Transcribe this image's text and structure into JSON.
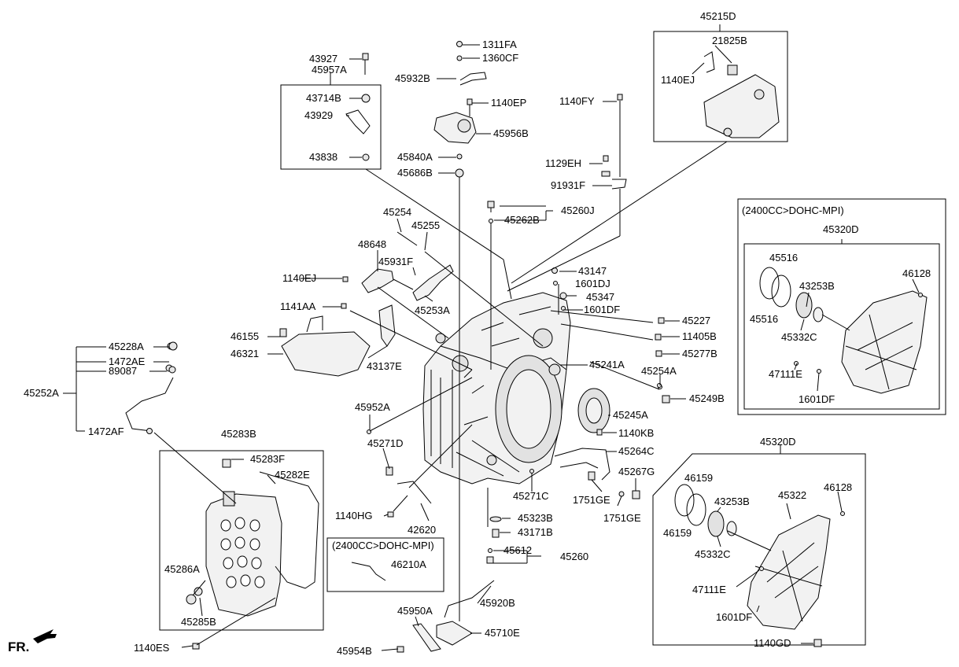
{
  "callouts": {
    "p43927": "43927",
    "p45957A": "45957A",
    "p43714B": "43714B",
    "p43929": "43929",
    "p43838": "43838",
    "p1311FA": "1311FA",
    "p1360CF": "1360CF",
    "p45932B": "45932B",
    "p1140EP": "1140EP",
    "p45956B": "45956B",
    "p45840A": "45840A",
    "p45686B": "45686B",
    "p1140FY": "1140FY",
    "p1129EH": "1129EH",
    "p91931F": "91931F",
    "p45215D": "45215D",
    "p21825B": "21825B",
    "p1140EJ_top": "1140EJ",
    "p45262B": "45262B",
    "p45260J": "45260J",
    "p45254": "45254",
    "p45255": "45255",
    "p48648": "48648",
    "p45931F": "45931F",
    "p1140EJ_mid": "1140EJ",
    "p45253A": "45253A",
    "p43147": "43147",
    "p1601DJ": "1601DJ",
    "p45347": "45347",
    "p1601DF_mid": "1601DF",
    "p1141AA": "1141AA",
    "p45227": "45227",
    "p11405B": "11405B",
    "p45277B": "45277B",
    "p46155": "46155",
    "p46321": "46321",
    "p43137E": "43137E",
    "p45241A": "45241A",
    "p45254A": "45254A",
    "p45249B": "45249B",
    "p45228A": "45228A",
    "p1472AE": "1472AE",
    "p89087": "89087",
    "p45252A": "45252A",
    "p45952A": "45952A",
    "p45245A": "45245A",
    "p1140KB": "1140KB",
    "p45271D": "45271D",
    "p45264C": "45264C",
    "p1472AF": "1472AF",
    "p45283B": "45283B",
    "p45283F": "45283F",
    "p45282E": "45282E",
    "p45267G": "45267G",
    "p1751GE_a": "1751GE",
    "p1751GE_b": "1751GE",
    "p45271C": "45271C",
    "p1140HG": "1140HG",
    "p42620": "42620",
    "p45323B": "45323B",
    "p43171B": "43171B",
    "p45612": "45612",
    "p45260": "45260",
    "p46210A": "46210A",
    "p45286A": "45286A",
    "p45285B": "45285B",
    "p45920B": "45920B",
    "p45950A": "45950A",
    "p45710E": "45710E",
    "p45954B": "45954B",
    "p1140ES": "1140ES",
    "u45320D": "45320D",
    "u45516a": "45516",
    "u45516b": "45516",
    "u43253B": "43253B",
    "u46128": "46128",
    "u45332C": "45332C",
    "u47111E": "47111E",
    "u1601DF": "1601DF",
    "l45320D": "45320D",
    "l46159a": "46159",
    "l46159b": "46159",
    "l43253B": "43253B",
    "l45322": "45322",
    "l46128": "46128",
    "l45332C": "45332C",
    "l47111E": "47111E",
    "l1601DF": "1601DF",
    "l1140GD": "1140GD"
  },
  "notes": {
    "dohc_upper": "(2400CC>DOHC-MPI)",
    "dohc_small": "(2400CC>DOHC-MPI)"
  },
  "fr_label": "FR."
}
